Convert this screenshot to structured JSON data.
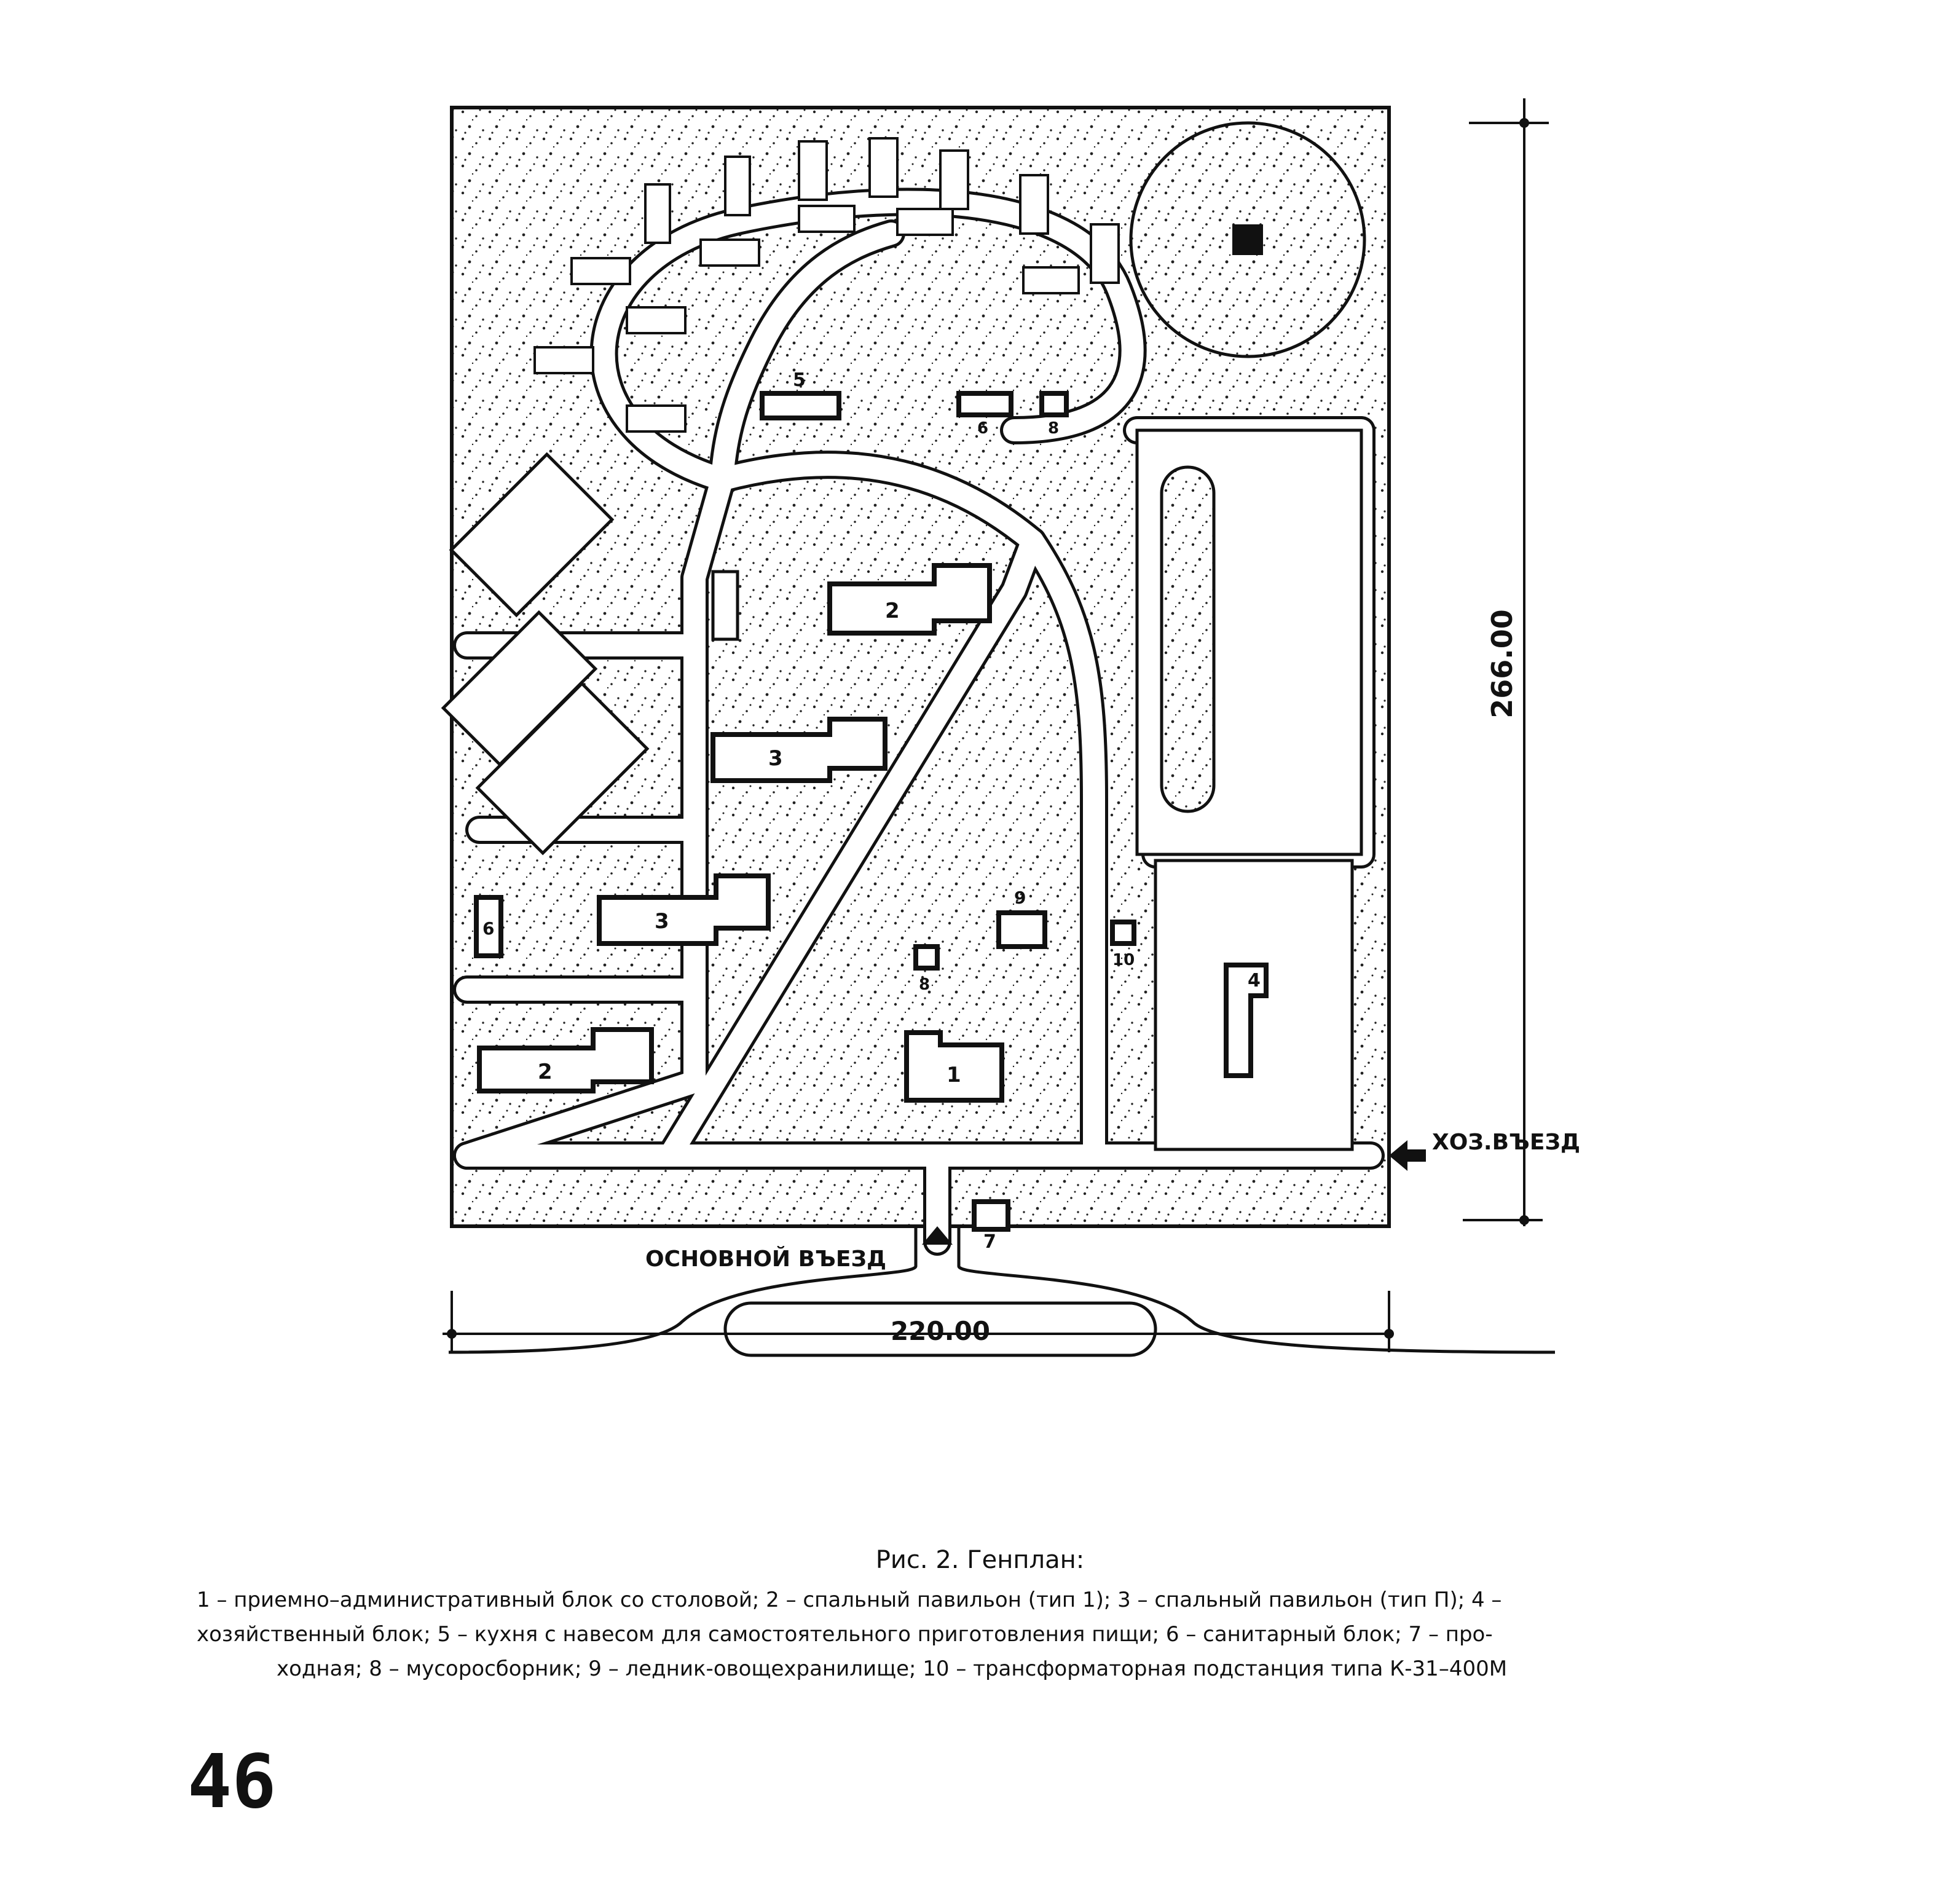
{
  "plan": {
    "dimension_height": "266.00",
    "dimension_width": "220.00",
    "main_entrance": "ОСНОВНОЙ ВЪЕЗД",
    "service_entrance": "ХОЗ.ВЪЕЗД",
    "building_labels": {
      "b1": "1",
      "b2a": "2",
      "b2b": "2",
      "b3a": "3",
      "b3b": "3",
      "b4": "4",
      "b5": "5",
      "b6a": "6",
      "b6b": "6",
      "b7": "7",
      "b8a": "8",
      "b8b": "8",
      "b9": "9",
      "b10": "10"
    }
  },
  "caption": {
    "title": "Рис. 2. Генплан:",
    "line1": "1 – приемно–административный блок со столовой; 2 – спальный павильон (тип 1); 3 – спальный павильон (тип П); 4 –",
    "line2": "хозяйственный блок; 5 – кухня с навесом для самостоятельного приготовления пищи; 6 – санитарный блок; 7 – про-",
    "line3": "ходная; 8 – мусоросборник; 9 – ледник-овощехранилище; 10 – трансформаторная подстанция типа К-31–400М"
  },
  "page_number": "46"
}
